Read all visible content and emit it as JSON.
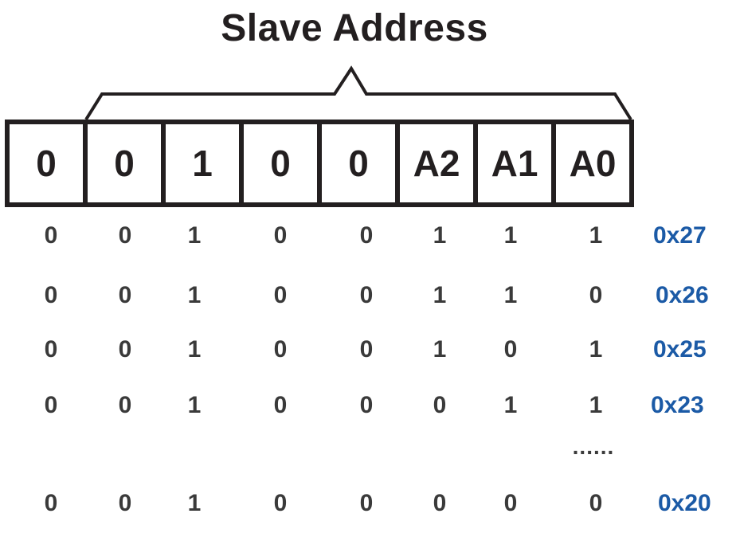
{
  "title": "Slave Address",
  "bits": [
    "0",
    "0",
    "1",
    "0",
    "0",
    "A2",
    "A1",
    "A0"
  ],
  "rows": [
    {
      "bits": [
        "0",
        "0",
        "1",
        "0",
        "0",
        "1",
        "1",
        "1"
      ],
      "hex": "0x27"
    },
    {
      "bits": [
        "0",
        "0",
        "1",
        "0",
        "0",
        "1",
        "1",
        "0"
      ],
      "hex": "0x26"
    },
    {
      "bits": [
        "0",
        "0",
        "1",
        "0",
        "0",
        "1",
        "0",
        "1"
      ],
      "hex": "0x25"
    },
    {
      "bits": [
        "0",
        "0",
        "1",
        "0",
        "0",
        "0",
        "1",
        "1"
      ],
      "hex": "0x23"
    },
    {
      "bits": [
        "0",
        "0",
        "1",
        "0",
        "0",
        "0",
        "0",
        "0"
      ],
      "hex": "0x20"
    }
  ],
  "ellipsis": "......",
  "colors": {
    "ink": "#231f20",
    "row_text": "#3a3a3a",
    "hex_text": "#1b5aa6"
  }
}
